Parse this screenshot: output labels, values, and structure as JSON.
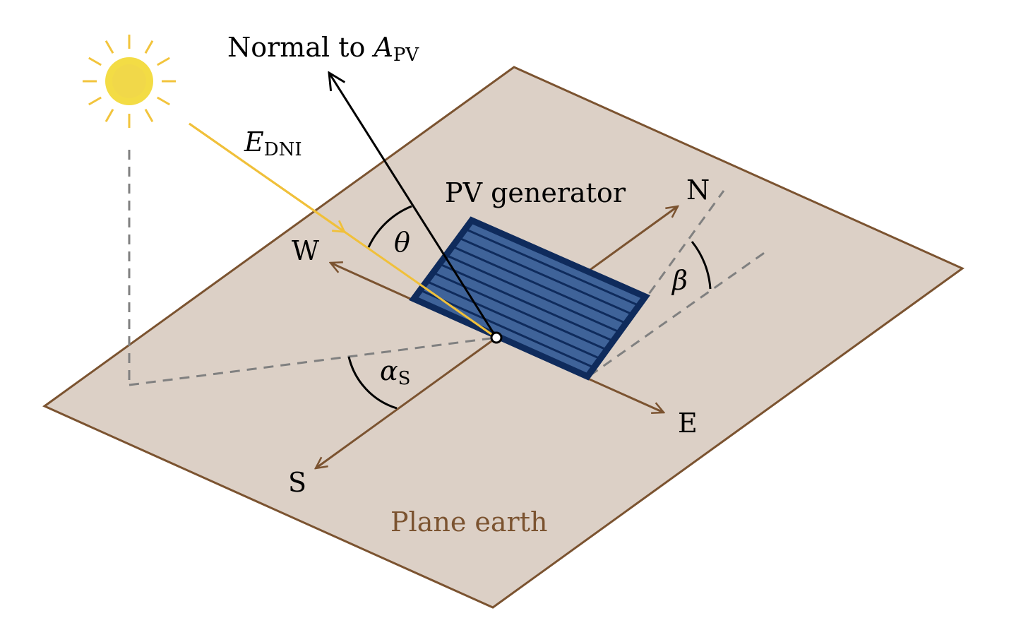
{
  "labels": {
    "normal_main": "Normal to ",
    "normal_var": "A",
    "normal_sub": "PV",
    "edni_var": "E",
    "edni_sub": "DNI",
    "theta": "θ",
    "beta": "β",
    "alpha_var": "α",
    "alpha_sub": "S",
    "pv_generator": "PV generator",
    "north": "N",
    "south": "S",
    "east": "E",
    "west": "W",
    "plane_earth": "Plane earth"
  },
  "colors": {
    "plane_fill": "#dcd0c6",
    "plane_stroke": "#7b5330",
    "compass": "#7b5330",
    "sun_core": "#f3dc45",
    "sun_ray": "#f2c43c",
    "dni_ray": "#f0c03a",
    "panel_fill": "#3f6399",
    "panel_stroke": "#0f2b5c",
    "dashed": "#808080",
    "normal": "#000000",
    "earth_label": "#7b5330"
  }
}
